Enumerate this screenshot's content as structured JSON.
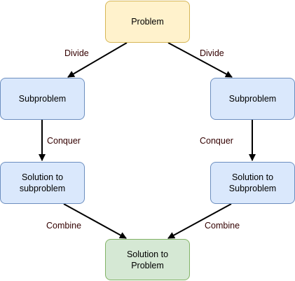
{
  "nodes": {
    "problem": "Problem",
    "subproblem_left": "Subproblem",
    "subproblem_right": "Subproblem",
    "solution_left": "Solution to\nsubproblem",
    "solution_right": "Solution to\nSubproblem",
    "final_solution": "Solution to\nProblem"
  },
  "edges": {
    "divide_left": "Divide",
    "divide_right": "Divide",
    "conquer_left": "Conquer",
    "conquer_right": "Conquer",
    "combine_left": "Combine",
    "combine_right": "Combine"
  },
  "colors": {
    "problem_fill": "#fff2cc",
    "problem_border": "#d6b656",
    "subproblem_fill": "#dae8fc",
    "subproblem_border": "#6c8ebf",
    "final_fill": "#d5e8d4",
    "final_border": "#82b366",
    "edge_label_text": "#330000"
  }
}
